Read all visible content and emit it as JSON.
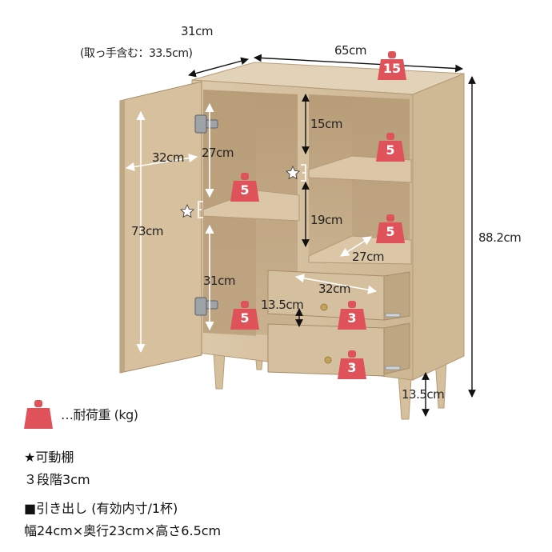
{
  "colors": {
    "wood_light": "#d8c4a6",
    "wood_mid": "#c9b290",
    "wood_dark": "#a68a66",
    "weight_red": "#e0525a",
    "line": "#111111"
  },
  "dimensions": {
    "depth": "31cm",
    "depth_with_handle": "(取っ手含む：33.5cm)",
    "width": "65cm",
    "height": "88.2cm",
    "door_inner_depth": "32cm",
    "left_upper_height": "27cm",
    "door_height": "73cm",
    "left_lower_height": "31cm",
    "right_top_height": "15cm",
    "right_mid_height": "19cm",
    "right_shelf_depth": "27cm",
    "drawer_width": "32cm",
    "drawer_height": "13.5cm",
    "leg_height": "13.5cm"
  },
  "weights": {
    "top": "15",
    "left_shelf": "5",
    "left_bottom": "5",
    "right_top": "5",
    "right_mid": "5",
    "drawer_1": "3",
    "drawer_2": "3"
  },
  "legend": {
    "weight_icon": "weight-icon",
    "label": "…耐荷重 (kg)"
  },
  "notes": {
    "shelf_title": "★可動棚",
    "shelf_detail": "３段階3cm",
    "drawer_title": "■引き出し (有効内寸/1杯)",
    "drawer_detail": "幅24cm×奥行23cm×高さ6.5cm"
  }
}
